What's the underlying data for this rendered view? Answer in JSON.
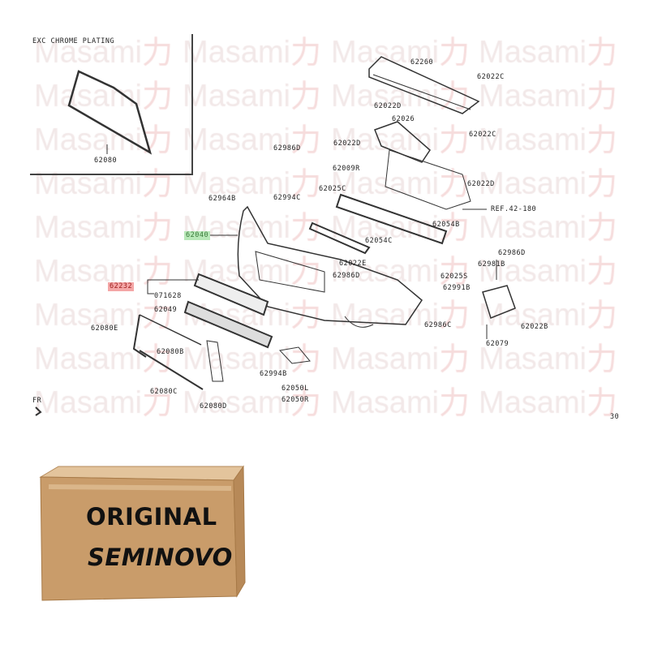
{
  "watermark": {
    "text": "Masami",
    "glyph": "力"
  },
  "inset": {
    "title": "EXC CHROME PLATING",
    "part": "62080"
  },
  "labels": {
    "l62260": "62260",
    "l62022C_a": "62022C",
    "l62022D_a": "62022D",
    "l62026": "62026",
    "l62022C_b": "62022C",
    "l62022D_b": "62022D",
    "l62986D_a": "62986D",
    "l62009R": "62009R",
    "l62022D_c": "62022D",
    "l62025C": "62025C",
    "l62964B": "62964B",
    "l62994C": "62994C",
    "ref": "REF.42-180",
    "l62054B": "62054B",
    "l62040": "62040",
    "l62054C": "62054C",
    "l62986D_b": "62986D",
    "l62022E": "62022E",
    "l62981B": "62981B",
    "l62986D_c": "62986D",
    "l62025S": "62025S",
    "l62232": "62232",
    "l071628": "071628",
    "l62991B": "62991B",
    "l62049": "62049",
    "l62080E": "62080E",
    "l62986C": "62986C",
    "l62022B": "62022B",
    "l62079": "62079",
    "l62080B": "62080B",
    "l62994B": "62994B",
    "l62080C": "62080C",
    "l62050L": "62050L",
    "l62050R": "62050R",
    "l62080D": "62080D",
    "fr": "FR",
    "page_no": "30"
  },
  "highlights": {
    "green": "#b8e8b8",
    "red": "#f4a6a6"
  },
  "box": {
    "line1": "ORIGINAL",
    "line2": "SEMINOVO",
    "color_top": "#dcb98f",
    "color_front": "#c99c6a"
  }
}
